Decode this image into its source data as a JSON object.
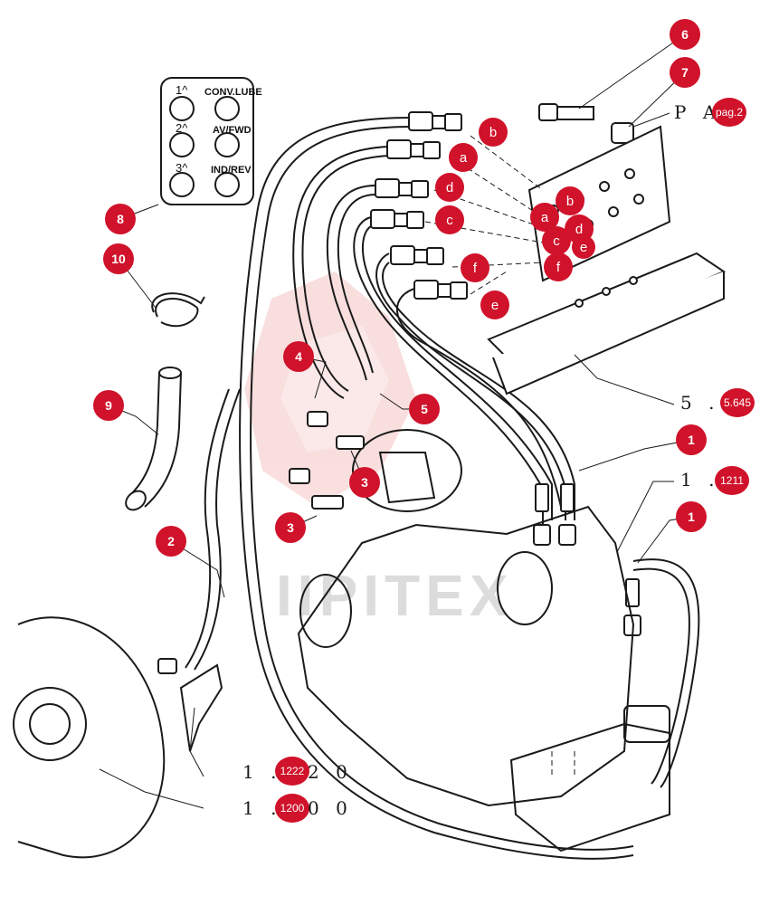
{
  "colors": {
    "callout": "#d0122a",
    "line": "#1a1a1a",
    "watermark_red": "#f5c4c4",
    "watermark_gray": "#d9d9d9"
  },
  "watermark": {
    "text": "IIPITEX",
    "logo": "red-star-logo"
  },
  "callouts": [
    {
      "label": "6"
    },
    {
      "label": "7"
    },
    {
      "label": "8"
    },
    {
      "label": "10"
    },
    {
      "label": "9"
    },
    {
      "label": "4"
    },
    {
      "label": "5"
    },
    {
      "label": "3"
    },
    {
      "label": "3"
    },
    {
      "label": "2"
    },
    {
      "label": "1"
    },
    {
      "label": "1"
    }
  ],
  "hose_letters": [
    "b",
    "a",
    "d",
    "c",
    "f",
    "e"
  ],
  "plate_letters": [
    "b",
    "a",
    "d",
    "c",
    "e",
    "f"
  ],
  "references": [
    {
      "text": "P A",
      "badge": "pag.2"
    },
    {
      "text": "5 .",
      "badge": "5.645"
    },
    {
      "text": "1 .",
      "badge": "1211"
    },
    {
      "text": "1 .",
      "suffix": "2 0",
      "badge": "1222"
    },
    {
      "text": "1 .",
      "suffix": "0 0",
      "badge": "1200"
    }
  ],
  "selector_panel": {
    "ordinals": [
      "1^",
      "2^",
      "3^"
    ],
    "labels": [
      "CONV.LUBE",
      "AV/FWD",
      "IND/REV"
    ]
  }
}
